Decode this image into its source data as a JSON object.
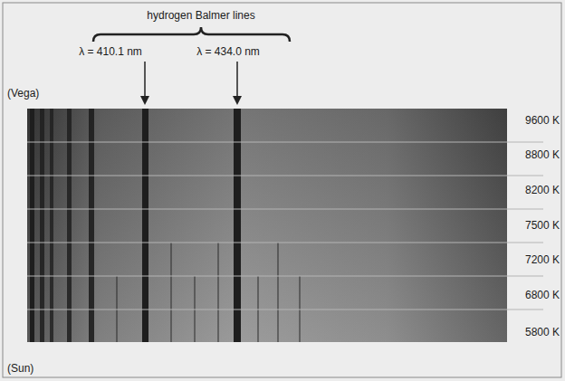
{
  "diagram": {
    "labels": [
      "hydrogen Balmer lines",
      "λ = 410.1 nm",
      "λ = 434.0 nm",
      "(Vega)",
      "9600 K",
      "8800 K",
      "8200 K",
      "7500 K",
      "7200 K",
      "6800 K",
      "5800 K",
      "(Sun)"
    ]
  }
}
